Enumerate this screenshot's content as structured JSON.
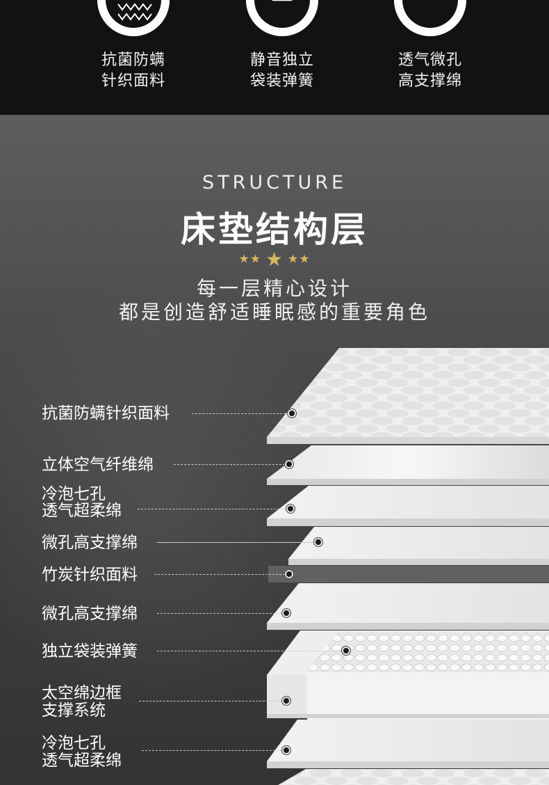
{
  "features": [
    {
      "icon": "knit-fabric-icon",
      "line1": "抗菌防螨",
      "line2": "针织面料"
    },
    {
      "icon": "spring-coil-icon",
      "line1": "静音独立",
      "line2": "袋装弹簧"
    },
    {
      "icon": "foam-hole-icon",
      "line1": "透气微孔",
      "line2": "高支撑绵"
    }
  ],
  "section": {
    "en_title": "STRUCTURE",
    "cn_title": "床垫结构层",
    "stars_left": "★★",
    "star_center": "★",
    "stars_right": "★★",
    "subtitle1": "每一层精心设计",
    "subtitle2": "都是创造舒适睡眠感的重要角色"
  },
  "layers": [
    {
      "label": "抗菌防螨针织面料"
    },
    {
      "label": "立体空气纤维绵"
    },
    {
      "label1": "冷泡七孔",
      "label2": "透气超柔绵"
    },
    {
      "label": "微孔高支撑绵"
    },
    {
      "label": "竹炭针织面料"
    },
    {
      "label": "微孔高支撑绵"
    },
    {
      "label": "独立袋装弹簧"
    },
    {
      "label1": "太空绵边框",
      "label2": "支撑系统"
    },
    {
      "label1": "冷泡七孔",
      "label2": "透气超柔绵"
    }
  ],
  "colors": {
    "accent_gold": "#d8b661",
    "band": "#121212"
  }
}
